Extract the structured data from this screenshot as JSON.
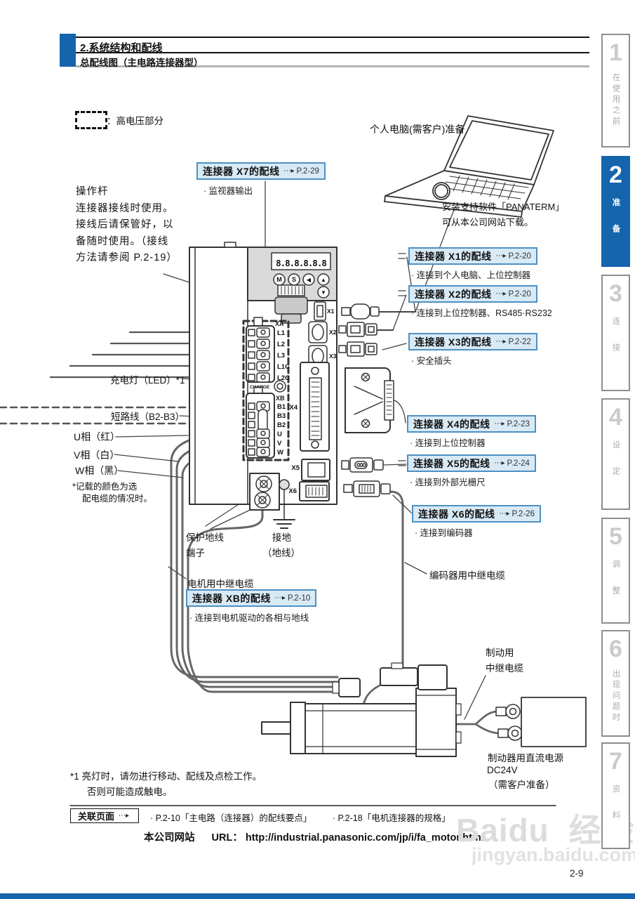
{
  "header": {
    "chapter": "2.系统结构和配线",
    "section": "总配线图（主电路连接器型）"
  },
  "legend": {
    "label": "：高电压部分"
  },
  "icons": {
    "page_arrow": "⋯▸"
  },
  "notes": {
    "pc": "个人电脑(需客户)准备",
    "panaterm1": "安装支持软件「PANATERM」",
    "panaterm2": "可从本公司网站下载。",
    "lever1": "操作杆",
    "lever2": "连接器接线时使用。",
    "lever3": "接线后请保管好，以",
    "lever4": "备随时使用。（接线",
    "lever5": "方法请参阅 P.2-19）",
    "color_note1": "*记载的颜色为选",
    "color_note2": "配电缆的情况时。"
  },
  "callouts": [
    {
      "id": "X7",
      "title": "连接器 X7的配线",
      "page": "P.2-29",
      "desc": "· 监视器输出"
    },
    {
      "id": "X1",
      "title": "连接器 X1的配线",
      "page": "P.2-20",
      "desc": "· 连接到个人电脑、上位控制器"
    },
    {
      "id": "X2",
      "title": "连接器 X2的配线",
      "page": "P.2-20",
      "desc": "· 连接到上位控制器、RS485·RS232"
    },
    {
      "id": "X3",
      "title": "连接器 X3的配线",
      "page": "P.2-22",
      "desc": "· 安全插头"
    },
    {
      "id": "X4",
      "title": "连接器 X4的配线",
      "page": "P.2-23",
      "desc": "· 连接到上位控制器"
    },
    {
      "id": "X5",
      "title": "连接器 X5的配线",
      "page": "P.2-24",
      "desc": "· 连接到外部光栅尺"
    },
    {
      "id": "X6",
      "title": "连接器 X6的配线",
      "page": "P.2-26",
      "desc": "· 连接到编码器"
    },
    {
      "id": "XB",
      "title": "连接器 XB的配线",
      "page": "P.2-10",
      "desc": "· 连接到电机驱动的各相与地线"
    }
  ],
  "labels": {
    "charge": "充电灯（LED）*1",
    "short_wire": "短路线（B2-B3）",
    "phase_u": "U相（红）",
    "phase_v": "V相（白）",
    "phase_w": "W相（黑）",
    "earth1": "保护地线",
    "earth2": "端子",
    "ground1": "接地",
    "ground2": "（地线）",
    "motor_cable": "电机用中继电缆",
    "encoder_cable": "编码器用中继电缆",
    "brake1": "制动用",
    "brake2": "中继电缆",
    "brake_ps1": "制动器用直流电源",
    "brake_ps2": "DC24V",
    "brake_ps3": "（需客户准备）"
  },
  "device": {
    "display": "8.8.8.8.8.8",
    "buttons": [
      "M",
      "S",
      "◀",
      "▲",
      "▼"
    ],
    "xa": "XA",
    "xb": "XB",
    "charge_led": "CHARGE",
    "xa_terminals": [
      "L1",
      "L2",
      "L3",
      "L1C",
      "L2C"
    ],
    "xb_terminals": [
      "B1",
      "B3",
      "B2",
      "U",
      "V",
      "W"
    ],
    "connectors": [
      "X1",
      "X2",
      "X3",
      "X4",
      "X5",
      "X6"
    ]
  },
  "footnote": {
    "line1": "*1 亮灯时，请勿进行移动、配线及点检工作。",
    "line2": "否则可能造成触电。"
  },
  "related": {
    "label": "关联页面",
    "link1": "· P.2-10「主电路（连接器）的配线要点」",
    "link2": "· P.2-18「电机连接器的规格」"
  },
  "website": {
    "prefix": "本公司网站",
    "url_label": "URL：",
    "url": "http://industrial.panasonic.com/jp/i/fa_motor.html"
  },
  "watermark": {
    "logo": "Baidu",
    "suffix": "经验",
    "domain": "jingyan.baidu.com"
  },
  "page_number": "2-9",
  "sidebar": [
    {
      "num": "1",
      "label": "在使用之前",
      "active": false
    },
    {
      "num": "2",
      "label": "准备",
      "active": true
    },
    {
      "num": "3",
      "label": "连接",
      "active": false
    },
    {
      "num": "4",
      "label": "设定",
      "active": false
    },
    {
      "num": "5",
      "label": "调整",
      "active": false
    },
    {
      "num": "6",
      "label": "出现问题时",
      "active": false
    },
    {
      "num": "7",
      "label": "资料",
      "active": false
    }
  ],
  "colors": {
    "accent": "#1565ad",
    "callout_bg": "#d8eaf6",
    "callout_border": "#4e90c2"
  }
}
